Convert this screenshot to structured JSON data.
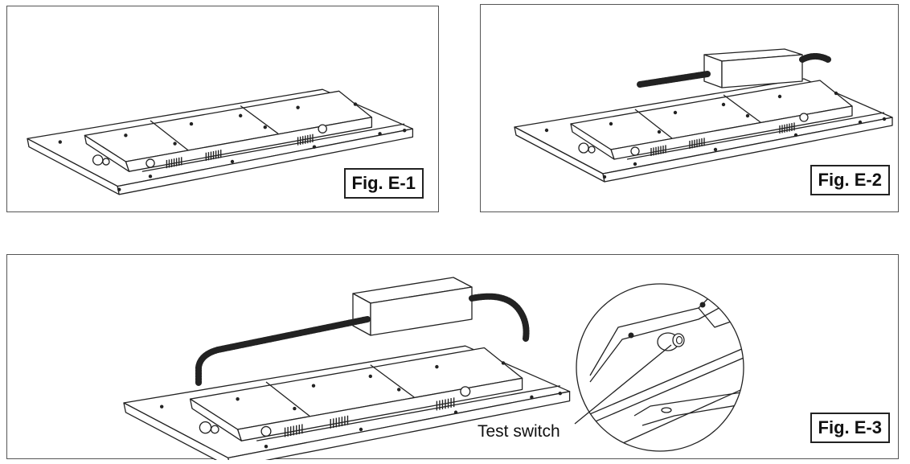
{
  "figures": [
    {
      "id": "E-1",
      "label": "Fig. E-1"
    },
    {
      "id": "E-2",
      "label": "Fig. E-2"
    },
    {
      "id": "E-3",
      "label": "Fig. E-3",
      "callout": "Test switch"
    }
  ]
}
